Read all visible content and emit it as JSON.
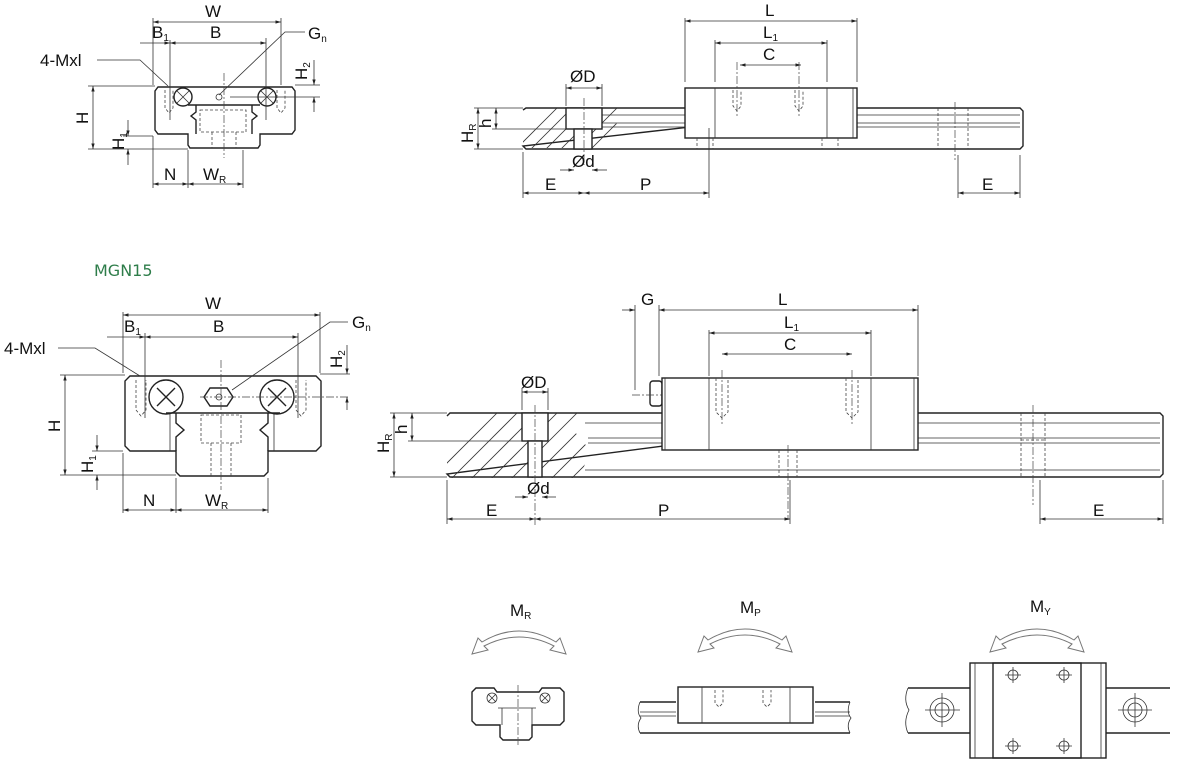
{
  "title_color": "#2e7d4a",
  "sections": {
    "mgn12": {
      "end_view": {
        "W": "W",
        "B1": "B",
        "B1_sub": "1",
        "B": "B",
        "Gn": "G",
        "Gn_sub": "n",
        "mxl": "4-Mxl",
        "H2": "H",
        "H2_sub": "2",
        "H": "H",
        "H1": "H",
        "H1_sub": "1",
        "N": "N",
        "WR": "W",
        "WR_sub": "R"
      },
      "side_view": {
        "L": "L",
        "L1": "L",
        "L1_sub": "1",
        "C": "C",
        "D": "ØD",
        "d": "Ød",
        "h": "h",
        "HR": "H",
        "HR_sub": "R",
        "E_left": "E",
        "P": "P",
        "E_right": "E"
      }
    },
    "mgn15": {
      "model_label": "MGN15",
      "end_view": {
        "W": "W",
        "B1": "B",
        "B1_sub": "1",
        "B": "B",
        "Gn": "G",
        "Gn_sub": "n",
        "mxl": "4-Mxl",
        "H2": "H",
        "H2_sub": "2",
        "H": "H",
        "H1": "H",
        "H1_sub": "1",
        "N": "N",
        "WR": "W",
        "WR_sub": "R"
      },
      "side_view": {
        "G": "G",
        "L": "L",
        "L1": "L",
        "L1_sub": "1",
        "C": "C",
        "D": "ØD",
        "d": "Ød",
        "h": "h",
        "HR": "H",
        "HR_sub": "R",
        "E_left": "E",
        "P": "P",
        "E_right": "E"
      }
    },
    "moments": [
      {
        "label": "M",
        "sub": "R",
        "icon": "roll-moment-icon"
      },
      {
        "label": "M",
        "sub": "P",
        "icon": "pitch-moment-icon"
      },
      {
        "label": "M",
        "sub": "Y",
        "icon": "yaw-moment-icon"
      }
    ]
  }
}
